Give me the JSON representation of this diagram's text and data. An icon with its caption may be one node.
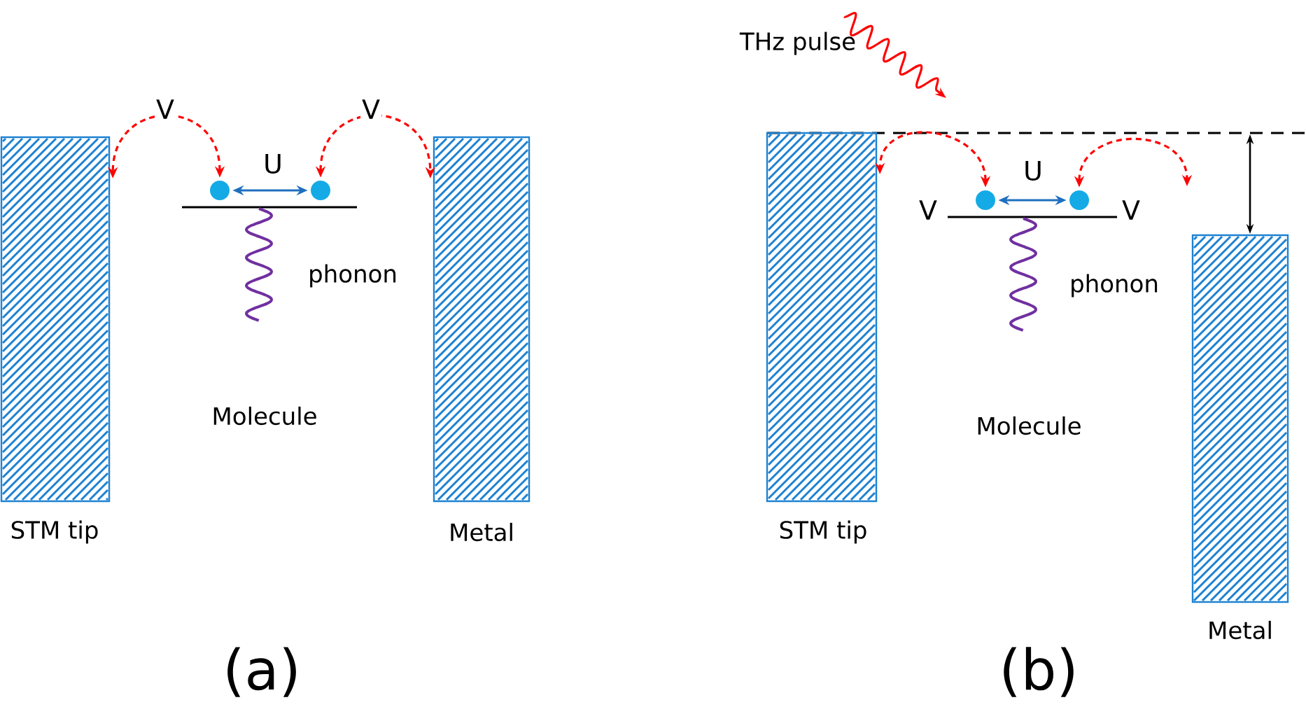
{
  "diagram": {
    "nodes": [
      {
        "text": [
          "STM tip"
        ]
      },
      {
        "text": [
          "Metal"
        ]
      },
      {
        "text": [],
        "shape": "circle"
      },
      {
        "text": [],
        "shape": "circle"
      },
      {
        "text": [
          "STM tip"
        ]
      },
      {
        "text": [
          "Metal"
        ]
      },
      {
        "text": [],
        "shape": "circle"
      },
      {
        "text": [],
        "shape": "circle"
      }
    ],
    "edges": [
      {
        "from": 2,
        "to": 0,
        "arrow": "both",
        "label": "V",
        "style": "dashed",
        "color": "#ff0000"
      },
      {
        "from": 2,
        "to": 3,
        "arrow": "both",
        "label": "U",
        "color": "#1f6fc0"
      },
      {
        "from": 3,
        "to": 1,
        "arrow": "both",
        "label": "V",
        "style": "dashed",
        "color": "#ff0000"
      },
      {
        "from": 6,
        "to": 4,
        "arrow": "both",
        "label": "V",
        "style": "dashed",
        "color": "#ff0000"
      },
      {
        "from": 6,
        "to": 7,
        "arrow": "both",
        "label": "U",
        "color": "#1f6fc0"
      },
      {
        "from": 7,
        "to": null,
        "arrow": "both",
        "label": "V",
        "style": "dashed",
        "color": "#ff0000"
      }
    ],
    "labels": [
      "phonon",
      "Molecule",
      "THz pulse",
      "phonon",
      "Molecule",
      "(a)",
      "(b)"
    ]
  }
}
